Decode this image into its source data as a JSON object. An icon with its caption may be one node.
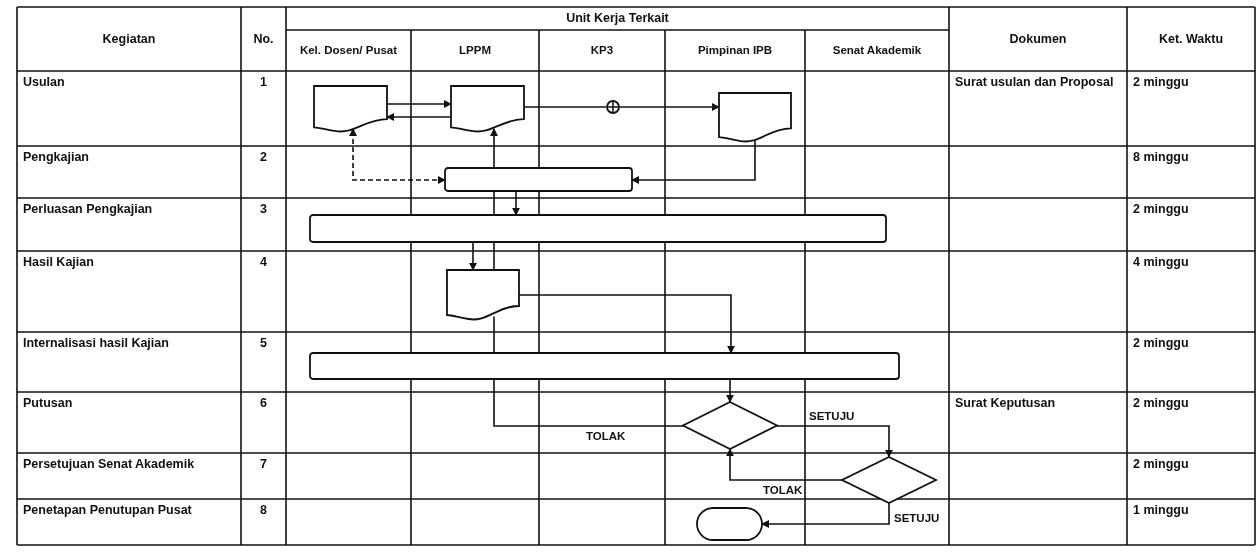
{
  "diagram": {
    "nodes": [
      {
        "text": [],
        "shape": "document"
      },
      {
        "text": [],
        "shape": "document"
      },
      {
        "text": [],
        "shape": "circle"
      },
      {
        "text": [],
        "shape": "document"
      },
      {
        "text": [],
        "shape": "box"
      },
      {
        "text": [],
        "shape": "box"
      },
      {
        "text": [],
        "shape": "document"
      },
      {
        "text": [],
        "shape": "box"
      },
      {
        "text": [],
        "shape": "diamond"
      },
      {
        "text": [],
        "shape": "diamond"
      },
      {
        "text": [],
        "shape": "terminator"
      }
    ],
    "edges": [
      {
        "from": 0,
        "to": 1,
        "arrow": "to"
      },
      {
        "from": 1,
        "to": 0,
        "arrow": "to"
      },
      {
        "from": 1,
        "to": 2,
        "arrow": "none"
      },
      {
        "from": 2,
        "to": 3,
        "arrow": "to"
      },
      {
        "from": 3,
        "to": 4,
        "arrow": "to"
      },
      {
        "from": 4,
        "to": 0,
        "arrow": "both",
        "style": "dashed"
      },
      {
        "from": 4,
        "to": 5,
        "arrow": "to"
      },
      {
        "from": 5,
        "to": 6,
        "arrow": "to"
      },
      {
        "from": 8,
        "to": 7,
        "arrow": "none",
        "label": "TOLAK"
      },
      {
        "from": 7,
        "to": 6,
        "arrow": "none"
      },
      {
        "from": 6,
        "to": 5,
        "arrow": "none"
      },
      {
        "from": 5,
        "to": 4,
        "arrow": "none"
      },
      {
        "from": 4,
        "to": 1,
        "arrow": "to"
      },
      {
        "from": 6,
        "to": 7,
        "arrow": "to"
      },
      {
        "from": 7,
        "to": 8,
        "arrow": "to"
      },
      {
        "from": 8,
        "to": 9,
        "arrow": "to",
        "label": "SETUJU"
      },
      {
        "from": 9,
        "to": 8,
        "arrow": "to",
        "label": "TOLAK"
      },
      {
        "from": 9,
        "to": 10,
        "arrow": "to",
        "label": "SETUJU"
      }
    ],
    "labels": [
      "Kegiatan",
      "No.",
      "Unit Kerja Terkait",
      "Dokumen",
      "Ket. Waktu",
      "Kel. Dosen/ Pusat",
      "LPPM",
      "KP3",
      "Pimpinan IPB",
      "Senat Akademik",
      "Usulan",
      "1",
      "Surat usulan dan Proposal",
      "2 minggu",
      "Pengkajian",
      "2",
      "8 minggu",
      "Perluasan Pengkajian",
      "3",
      "2 minggu",
      "Hasil Kajian",
      "4",
      "4 minggu",
      "Internalisasi hasil Kajian",
      "5",
      "2 minggu",
      "Putusan",
      "6",
      "Surat Keputusan",
      "2 minggu",
      "Persetujuan Senat Akademik",
      "7",
      "2 minggu",
      "Penetapan Penutupan Pusat",
      "8",
      "1 minggu"
    ]
  }
}
